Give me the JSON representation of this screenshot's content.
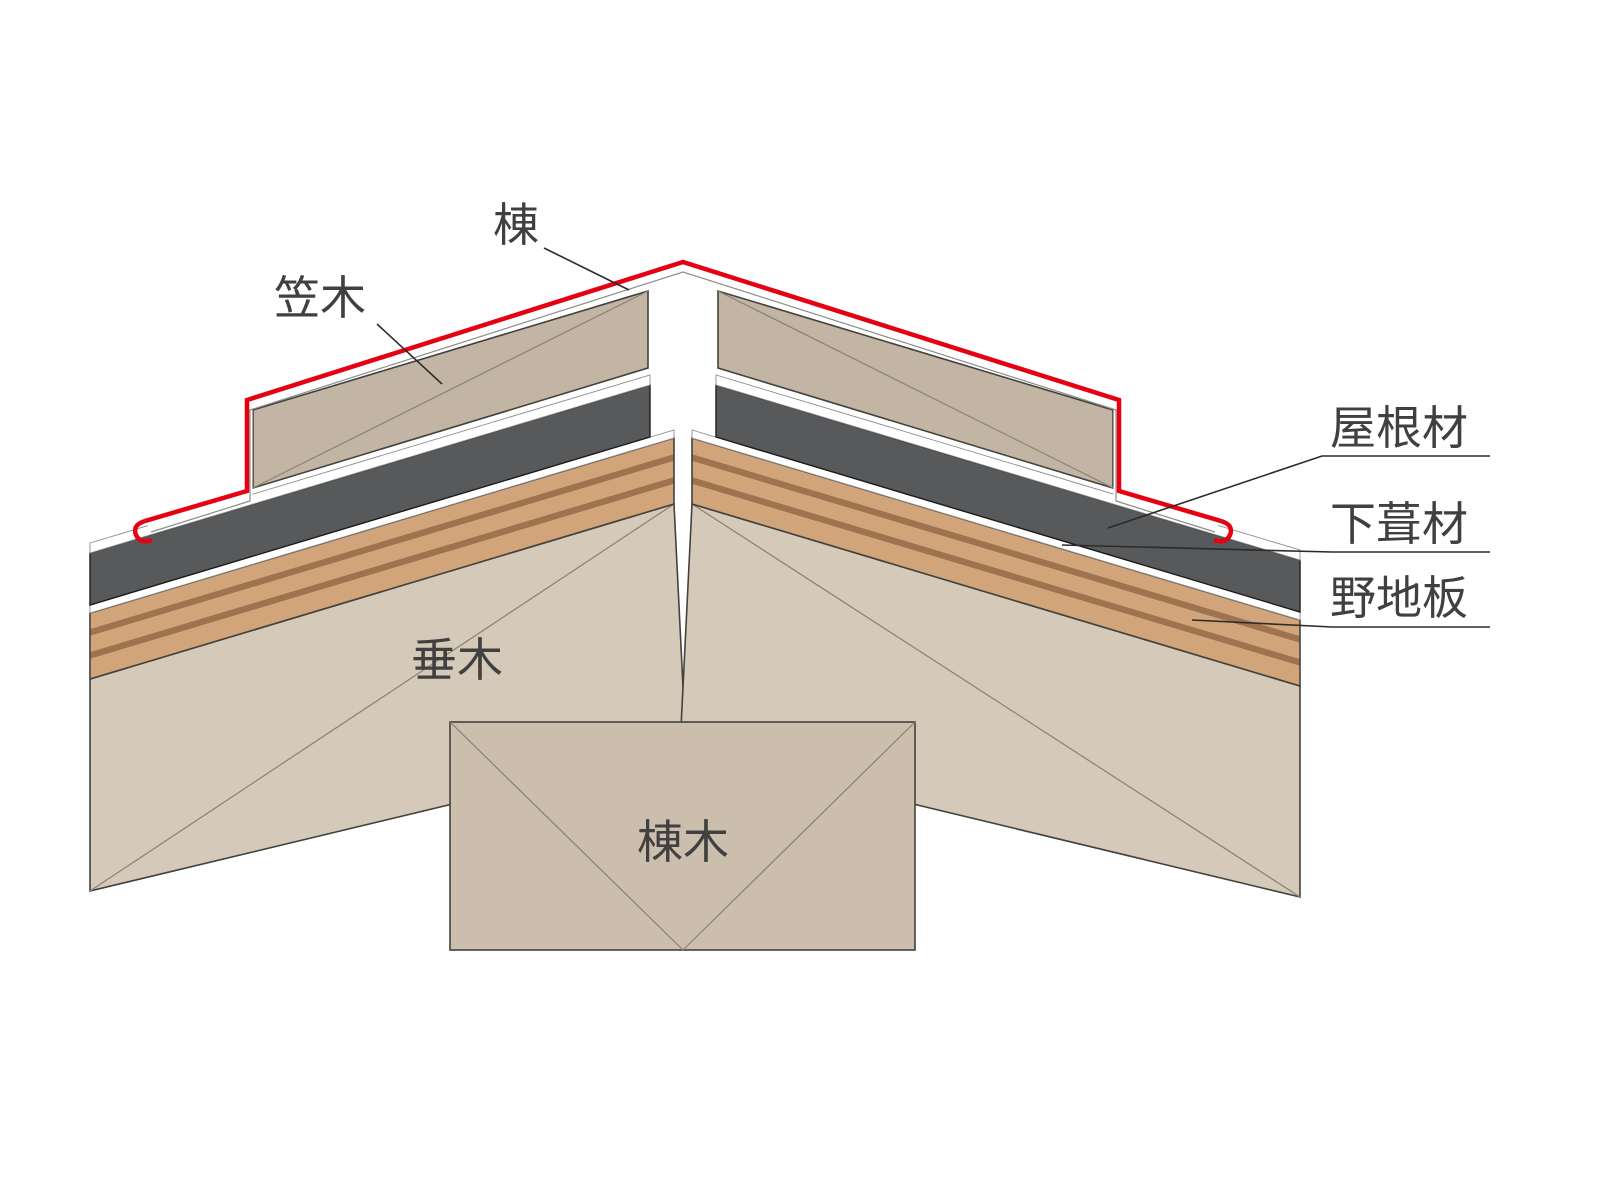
{
  "diagram": {
    "labels": {
      "mune": "棟",
      "kasagi": "笠木",
      "yanezai": "屋根材",
      "shitabukizai": "下葺材",
      "nojiita": "野地板",
      "taruki": "垂木",
      "munagi": "棟木"
    },
    "colors": {
      "ridge_cap_red": "#e60012",
      "wood_light": "#d5c9b9",
      "wood_coping": "#c3b5a3",
      "wood_beam": "#cbbeac",
      "roofing_dark": "#58595b",
      "sheathing_tan": "#d2a47a",
      "sheathing_brown": "#9e734d",
      "label_text": "#404040"
    }
  }
}
